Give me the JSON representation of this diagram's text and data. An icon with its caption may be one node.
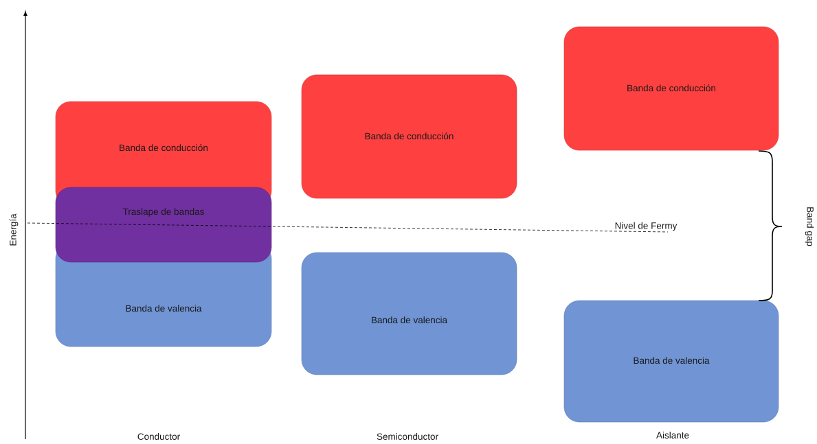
{
  "diagram": {
    "nodes": [
      {
        "text": [
          "Banda de conducción"
        ]
      },
      {
        "text": [
          "Traslape de bandas"
        ]
      },
      {
        "text": [
          "Banda de valencia"
        ]
      },
      {
        "text": [
          "Banda de conducción"
        ]
      },
      {
        "text": [
          "Banda de valencia"
        ]
      },
      {
        "text": [
          "Banda de conducción"
        ]
      },
      {
        "text": [
          "Banda de valencia"
        ]
      }
    ],
    "edges": [],
    "labels": [
      "Energía",
      "Nivel de Fermy",
      "Band gap",
      "Conductor",
      "Semiconductor",
      "Aislante"
    ]
  }
}
